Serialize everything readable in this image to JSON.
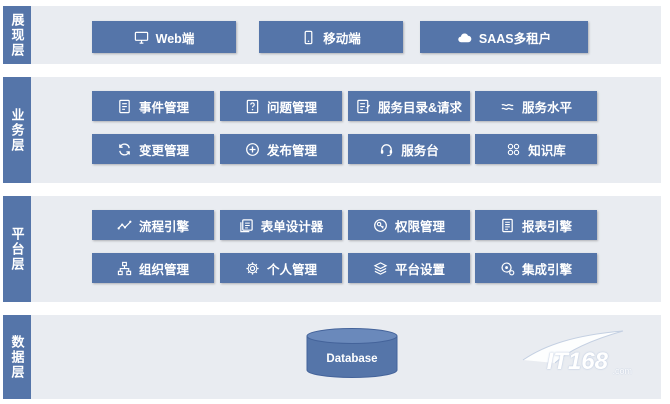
{
  "layers": {
    "presentation": {
      "label": "展现层",
      "items": [
        {
          "label": "Web端",
          "icon": "monitor-icon"
        },
        {
          "label": "移动端",
          "icon": "phone-icon"
        },
        {
          "label": "SAAS多租户",
          "icon": "cloud-icon"
        }
      ]
    },
    "business": {
      "label": "业务层",
      "items": [
        {
          "label": "事件管理",
          "icon": "document-icon"
        },
        {
          "label": "问题管理",
          "icon": "question-icon"
        },
        {
          "label": "服务目录&请求",
          "icon": "catalog-icon"
        },
        {
          "label": "服务水平",
          "icon": "waves-icon"
        },
        {
          "label": "变更管理",
          "icon": "refresh-icon"
        },
        {
          "label": "发布管理",
          "icon": "plus-circle-icon"
        },
        {
          "label": "服务台",
          "icon": "headset-icon"
        },
        {
          "label": "知识库",
          "icon": "grid-icon"
        }
      ]
    },
    "platform": {
      "label": "平台层",
      "items": [
        {
          "label": "流程引擎",
          "icon": "flow-icon"
        },
        {
          "label": "表单设计器",
          "icon": "form-icon"
        },
        {
          "label": "权限管理",
          "icon": "key-icon"
        },
        {
          "label": "报表引擎",
          "icon": "report-icon"
        },
        {
          "label": "组织管理",
          "icon": "org-chart-icon"
        },
        {
          "label": "个人管理",
          "icon": "gear-icon"
        },
        {
          "label": "平台设置",
          "icon": "layers-icon"
        },
        {
          "label": "集成引擎",
          "icon": "integration-icon"
        }
      ]
    },
    "data": {
      "label": "数据层",
      "database_label": "Database"
    }
  },
  "watermark": {
    "text": "IT168",
    "suffix": ".com"
  }
}
